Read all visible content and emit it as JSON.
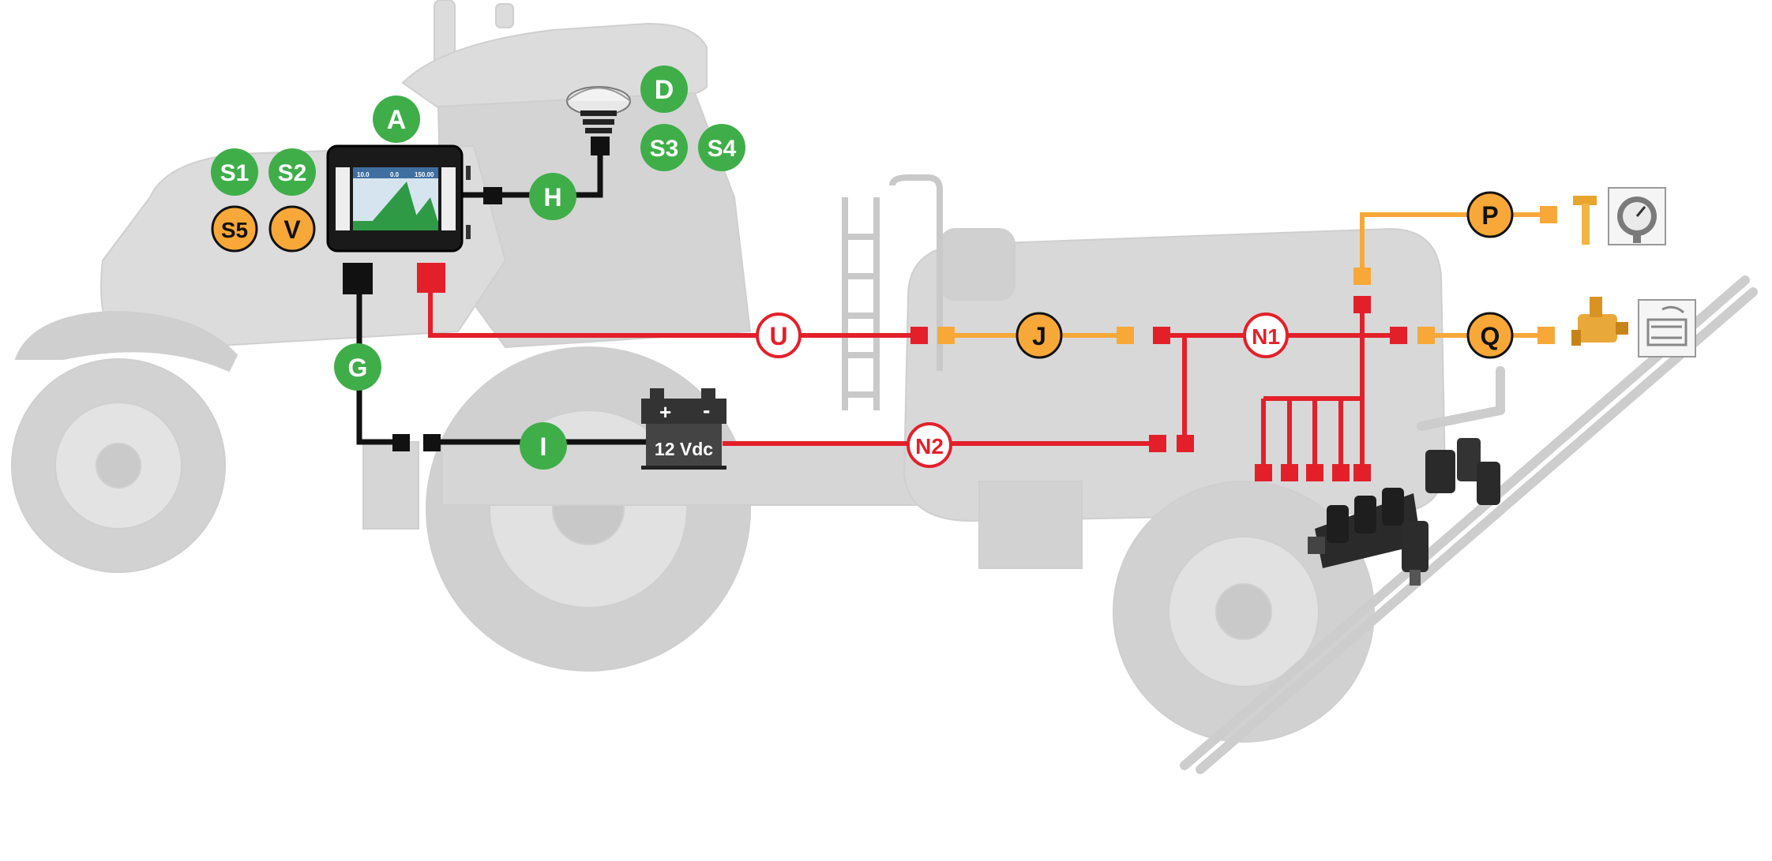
{
  "colors": {
    "background": "#ffffff",
    "silhouette": "#d9d9d9",
    "silhouette_dark": "#bdbdbd",
    "green": "#3fae49",
    "orange": "#f7a838",
    "red": "#e3202a",
    "black": "#111111"
  },
  "labels": {
    "A": "A",
    "D": "D",
    "S1": "S1",
    "S2": "S2",
    "S3": "S3",
    "S4": "S4",
    "S5": "S5",
    "V": "V",
    "H": "H",
    "G": "G",
    "I": "I",
    "U": "U",
    "J": "J",
    "N1": "N1",
    "N2": "N2",
    "P": "P",
    "Q": "Q"
  },
  "battery": {
    "voltage": "12 Vdc",
    "plus": "+",
    "minus": "-"
  },
  "display": {
    "readout_left": "10.0",
    "readout_mid": "0.0",
    "readout_right": "150.00"
  },
  "icons": {
    "gps": "gps-antenna-icon",
    "display": "control-display-icon",
    "battery": "battery-icon",
    "pressure_sensor": "pressure-sensor-icon",
    "pressure_gauge": "pressure-gauge-icon",
    "regulating_valve": "regulating-valve-icon",
    "valve_symbol": "valve-symbol-icon",
    "section_valves": "section-valve-block-icon"
  }
}
